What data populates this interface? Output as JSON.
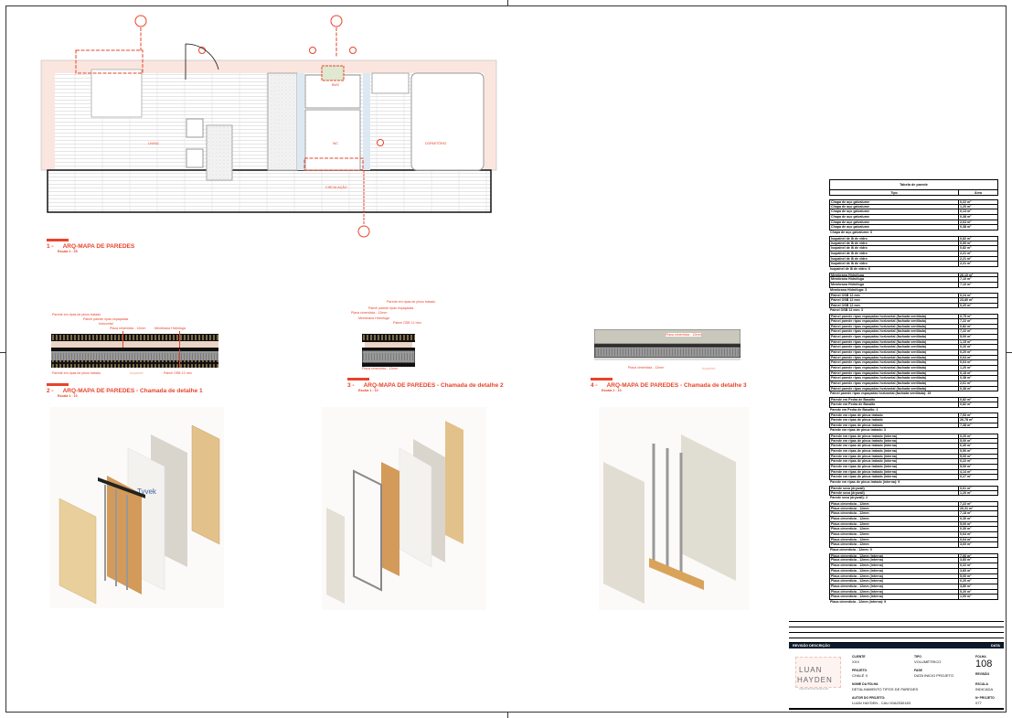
{
  "plan": {
    "rooms": {
      "living": "LIVING",
      "bwc": "BWC",
      "wc": "WC",
      "dorm": "DORMITÓRIO",
      "circ": "CIRCULAÇÃO"
    }
  },
  "views": [
    {
      "num": "1 -",
      "title": "ARQ-MAPA DE PAREDES",
      "scale": "Escala 1 : 25"
    },
    {
      "num": "2 -",
      "title": "ARQ-MAPA DE PAREDES - Chamada de detalhe 1",
      "scale": "Escala 1 : 10"
    },
    {
      "num": "3 -",
      "title": "ARQ-MAPA DE PAREDES - Chamada de detalhe 2",
      "scale": "Escala 1 : 10"
    },
    {
      "num": "4 -",
      "title": "ARQ-MAPA DE PAREDES - Chamada de detalhe 3",
      "scale": "Escala 1 : 10"
    }
  ],
  "detail1": {
    "l1": "Parede em ripas de pinus tratado",
    "l2": "Painel parede ripas espaçadas",
    "l2b": "horizontal",
    "l3": "Placa cimentícia - 12mm",
    "l4": "Membrana Hidrófuga",
    "l5": "Parede em ripas de pinus tratado",
    "l6": "Isopainel",
    "l7": "Painel OSB 12 mm"
  },
  "detail2": {
    "l1": "Parede em ripas de pinus tratado",
    "l2": "Painel parede ripas espaçadas",
    "l3": "Placa cimentícia - 12mm",
    "l4": "Membrana Hidrófuga",
    "l5": "Painel OSB 12 mm",
    "l6": "Placa cimentícia - 12mm"
  },
  "detail3": {
    "l1": "Placa cimentícia - 12mm",
    "l2": "Placa cimentícia - 12mm",
    "l3": "Isopainel"
  },
  "schedule": {
    "title": "Tabela de parede",
    "col_type": "Tipo",
    "col_area": "Área",
    "groups": [
      {
        "name": "Chapa de aço galvalume",
        "total": "Chapa de aço galvalume: 6",
        "areas": [
          "0,22 m²",
          "1,20 m²",
          "0,13 m²",
          "0,38 m²",
          "2,64 m²",
          "0,38 m²"
        ]
      },
      {
        "name": "Isopainel de lã de vidro",
        "total": "Isopainel de lã de vidro: 6",
        "areas": [
          "0,82 m²",
          "0,90 m²",
          "0,82 m²",
          "2,21 m²",
          "2,21 m²",
          "2,21 m²"
        ]
      },
      {
        "name": "Membrana Hidrófuga",
        "total": "Membrana Hidrófuga: 3",
        "areas": [
          "26,10 m²",
          "7,10 m²",
          "7,10 m²"
        ]
      },
      {
        "name": "Painel OSB 12 mm",
        "total": "Painel OSB 12 mm: 3",
        "areas": [
          "0,24 m²",
          "23,80 m²",
          "0,20 m²"
        ]
      },
      {
        "name": "Painel parede ripas espaçadas horizontal (fachada ventilada)",
        "total": "Painel parede ripas espaçadas horizontal (fachada ventilada): 15",
        "areas": [
          "0,75 m²",
          "7,22 m²",
          "0,82 m²",
          "7,22 m²",
          "5,00 m²",
          "1,15 m²",
          "0,20 m²",
          "0,20 m²",
          "0,64 m²",
          "0,64 m²",
          "1,20 m²",
          "0,18 m²",
          "0,38 m²",
          "2,61 m²",
          "0,38 m²"
        ]
      },
      {
        "name": "Parede em Pedra de Basalto",
        "total": "Parede em Pedra de Basalto: 2",
        "areas": [
          "0,82 m²",
          "0,82 m²"
        ]
      },
      {
        "name": "Parede em ripas de pinus tratado",
        "total": "Parede em ripas de pinus tratado: 3",
        "areas": [
          "7,53 m²",
          "26,78 m²",
          "7,38 m²"
        ]
      },
      {
        "name": "Parede em ripas de pinus tratado (interna)",
        "total": "Parede em ripas de pinus tratado (interna): 9",
        "areas": [
          "0,20 m²",
          "5,00 m²",
          "6,40 m²",
          "5,50 m²",
          "5,00 m²",
          "0,22 m²",
          "5,00 m²",
          "4,14 m²",
          "0,27 m²"
        ]
      },
      {
        "name": "Parede seca (drywall)",
        "total": "Parede seca (drywall): 2",
        "areas": [
          "0,61 m²",
          "1,20 m²"
        ]
      },
      {
        "name": "Placa cimentícia - 12mm",
        "total": "Placa cimentícia - 12mm: 9",
        "areas": [
          "7,22 m²",
          "26,31 m²",
          "7,18 m²",
          "0,30 m²",
          "5,00 m²",
          "0,30 m²",
          "0,64 m²",
          "0,64 m²",
          "3,60 m²"
        ]
      },
      {
        "name": "Placa cimentícia - 12mm (interna)",
        "total": "Placa cimentícia - 12mm (interna): 9",
        "areas": [
          "7,00 m²",
          "3,83 m²",
          "0,22 m²",
          "3,83 m²",
          "5,00 m²",
          "0,20 m²",
          "3,80 m²",
          "5,20 m²",
          "1,00 m²"
        ]
      }
    ]
  },
  "titleblock": {
    "rev_label": "REVISÃO DESCRIÇÃO",
    "date_label": "DATA",
    "logo_line1": "LUAN",
    "logo_line2": "HAYDEN",
    "logo_sub": "ARQUITETURA MODULAR",
    "client_label": "CLIENTE",
    "client": "XXX",
    "type_label": "TIPO",
    "type": "VOLUMÉTRICO",
    "sheet_label": "FOLHA",
    "sheet": "108",
    "project_label": "PROJETO",
    "project": "CHALÉ X",
    "phase_label": "FASE",
    "phase": "DATA INICIO PROJETO",
    "revision_label": "REVISÃO",
    "sheetname_label": "NOME DA FOLHA",
    "sheetname": "DETALHAMENTO TIPOS DE PAREDES",
    "scale_label": "ESCALA",
    "scale": "INDICADA",
    "author_label": "AUTOR DO PROJETO:",
    "author": "LUAN HAYDEN - CAU 00A2530183",
    "projno_label": "Nº PROJETO",
    "projno": "077"
  }
}
